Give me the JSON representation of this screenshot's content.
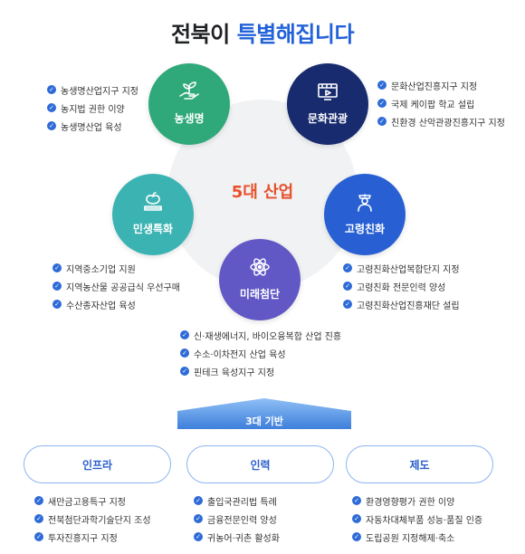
{
  "title": {
    "part1": "전북이",
    "part2": "특별해집니다"
  },
  "center": {
    "label": "5대 산업"
  },
  "nodes": [
    {
      "label": "농생명",
      "icon": "sprout-hand-icon",
      "color": "#2fa97a",
      "items": [
        "농생명산업지구 지정",
        "농지법 권한 이양",
        "농생명산업 육성"
      ]
    },
    {
      "label": "문화관광",
      "icon": "film-screen-icon",
      "color": "#172b6e",
      "items": [
        "문화산업진흥지구 지정",
        "국제 케이팝 학교 설립",
        "친환경 산악관광진흥지구 지정"
      ]
    },
    {
      "label": "민생특화",
      "icon": "apple-book-icon",
      "color": "#3cb3b3",
      "items": [
        "지역중소기업 지원",
        "지역농산물 공공급식 우선구매",
        "수산종자산업 육성"
      ]
    },
    {
      "label": "고령친화",
      "icon": "caregiver-icon",
      "color": "#2860d4",
      "items": [
        "고령친화산업복합단지 지정",
        "고령친화 전문인력 양성",
        "고령친화산업진흥재단 설립"
      ]
    },
    {
      "label": "미래첨단",
      "icon": "atom-icon",
      "color": "#6158c5",
      "items": [
        "신·재생에너지, 바이오융복합 산업 진흥",
        "수소·이차전지 산업 육성",
        "핀테크 육성지구 지정"
      ]
    }
  ],
  "base": {
    "label": "3대 기반",
    "pillars": [
      {
        "label": "인프라",
        "items": [
          "새만금고용특구 지정",
          "전북첨단과학기술단지 조성",
          "투자진흥지구 지정"
        ]
      },
      {
        "label": "인력",
        "items": [
          "출입국관리법 특례",
          "금융전문인력 양성",
          "귀농어·귀촌 활성화"
        ]
      },
      {
        "label": "제도",
        "items": [
          "환경영향평가 권한 이양",
          "자동차대체부품 성능·품질 인증",
          "도립공원 지정해제·축소"
        ]
      }
    ]
  },
  "colors": {
    "accent_blue": "#2262d9",
    "center_red": "#e8502b",
    "check_blue": "#2e6bd8"
  }
}
